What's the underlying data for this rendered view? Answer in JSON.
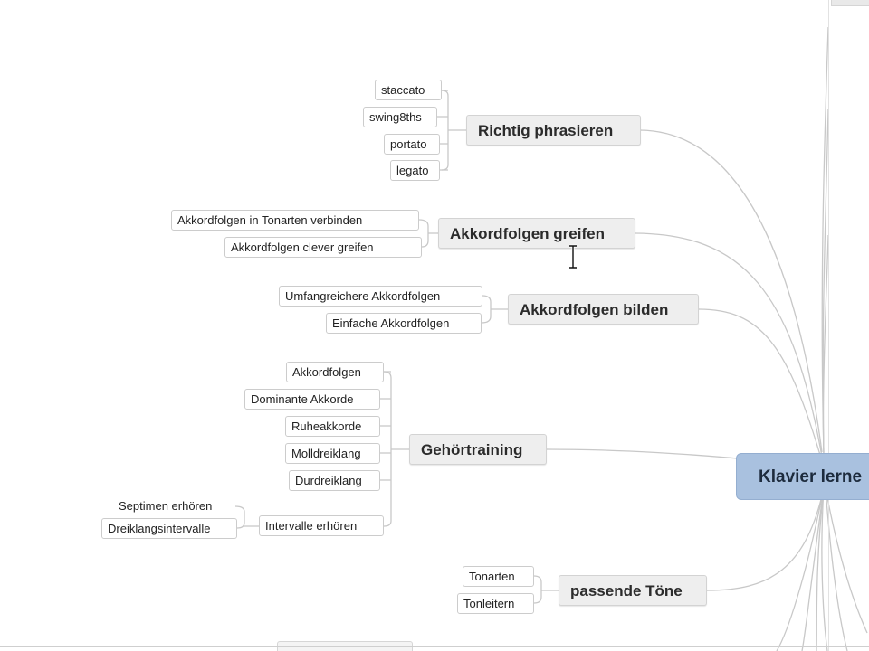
{
  "root": {
    "label": "Klavier lerne"
  },
  "topics": [
    {
      "id": "richtig-phrasieren",
      "label": "Richtig phrasieren",
      "children": [
        {
          "label": "staccato"
        },
        {
          "label": "swing8ths"
        },
        {
          "label": "portato"
        },
        {
          "label": "legato"
        }
      ]
    },
    {
      "id": "akkordfolgen-greifen",
      "label": "Akkordfolgen greifen",
      "children": [
        {
          "label": "Akkordfolgen in Tonarten verbinden"
        },
        {
          "label": "Akkordfolgen clever greifen"
        }
      ]
    },
    {
      "id": "akkordfolgen-bilden",
      "label": "Akkordfolgen bilden",
      "children": [
        {
          "label": "Umfangreichere Akkordfolgen"
        },
        {
          "label": "Einfache Akkordfolgen"
        }
      ]
    },
    {
      "id": "gehoertraining",
      "label": "Gehörtraining",
      "children": [
        {
          "label": "Akkordfolgen"
        },
        {
          "label": "Dominante Akkorde"
        },
        {
          "label": "Ruheakkorde"
        },
        {
          "label": "Molldreiklang"
        },
        {
          "label": "Durdreiklang"
        },
        {
          "label": "Intervalle erhören",
          "children": [
            {
              "label": "Septimen erhören"
            },
            {
              "label": "Dreiklangsintervalle"
            }
          ]
        }
      ]
    },
    {
      "id": "passende-toene",
      "label": "passende Töne",
      "children": [
        {
          "label": "Tonarten"
        },
        {
          "label": "Tonleitern"
        }
      ]
    }
  ],
  "colors": {
    "root_fill": "#a9c1df",
    "topic_fill": "#eeeeee",
    "leaf_fill": "#ffffff",
    "connector": "#c8c8c8"
  }
}
